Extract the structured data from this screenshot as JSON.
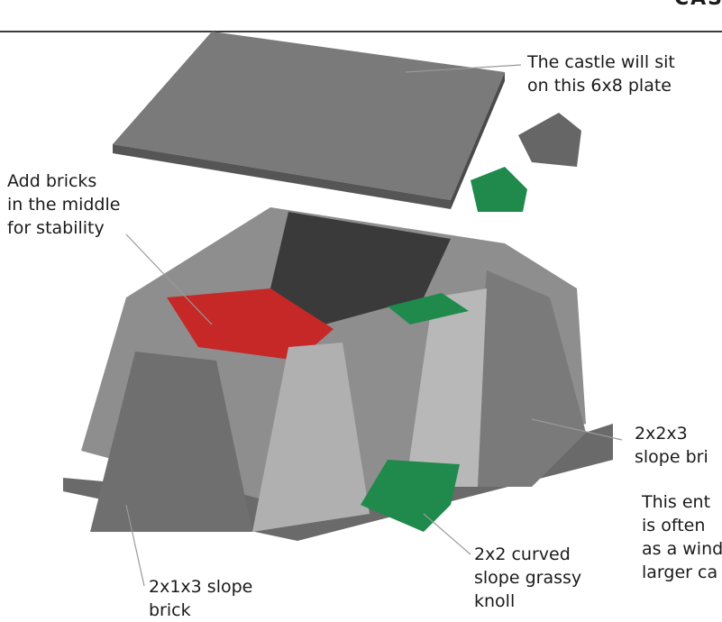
{
  "page": {
    "header_partial": "CAST"
  },
  "labels": {
    "plate": [
      "The castle will sit",
      "on this 6x8 plate"
    ],
    "middle": [
      "Add bricks",
      "in the middle",
      "for stability"
    ],
    "slope223": [
      "2x2x3",
      "slope bri"
    ],
    "entrance": [
      "This ent",
      "is often",
      "as a wind",
      "larger ca"
    ],
    "curved": [
      "2x2 curved",
      "slope grassy",
      "knoll"
    ],
    "slope213": [
      "2x1x3 slope",
      "brick"
    ]
  },
  "colors": {
    "dark_gray": "#6b6b6b",
    "light_gray": "#a8a8a8",
    "green": "#1f8a4c",
    "red": "#c62828"
  }
}
